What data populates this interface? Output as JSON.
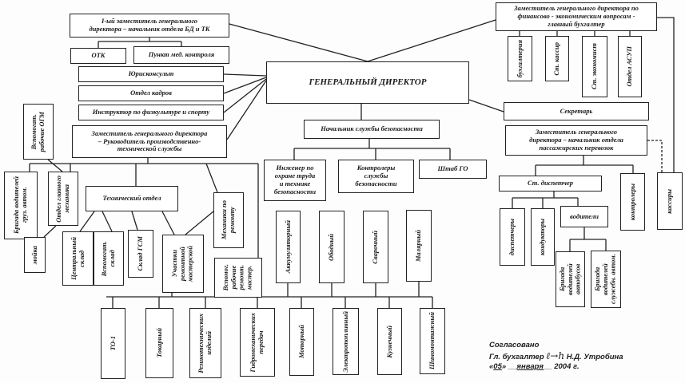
{
  "nodes": {
    "gd": "ГЕНЕРАЛЬНЫЙ ДИРЕКТОР",
    "dep1": "I-ый заместитель генерального\nдиректора – начальник отдела БД и ТК",
    "otk": "ОТК",
    "med": "Пункт мед. контроля",
    "jur": "Юрисконсульт",
    "hr": "Отдел кадров",
    "sport": "Инструктор по физкультуре и спорту",
    "dep_pts": "Заместитель генерального директора\n– Руководитель производственно-\nтехнической службы",
    "ogm_aux": "Вспомогат.\nрабочие ОГМ",
    "truck": "Бригада водителей\nгруз. автом.",
    "ogm": "Отдел главного\nмеханика",
    "wash": "мойка",
    "tech": "Технический отдел",
    "central": "Центральный\nсклад",
    "auxstore": "Вспомогат.\nсклад",
    "gsm": "Склад ГСМ",
    "repair": "Участки\nремонтной\nмастерской",
    "mech": "Механики по\nремонту",
    "aux_rep": "Вспомог.\nрабочие\nремонт.\nмастер.",
    "sec_head": "Начальник службы безопасности",
    "eng": "Инженер по\nохране труда\nи технике\nбезопасности",
    "sec_ctrl": "Контролеры\nслужбы\nбезопасности",
    "go": "Штаб ГО",
    "battery": "Аккумуляторный",
    "rim": "Ободный",
    "weld": "Сварочный",
    "paint": "Малярный",
    "to1": "ТО-1",
    "lathe": "Токарный",
    "rubber": "Резинотехнических\nизделий",
    "hydro": "Гидромеханических\nпередач",
    "motor": "Моторный",
    "electro": "Электротопливный",
    "forge": "Кузнечный",
    "tire": "Шиномонтажный",
    "fin": "Заместитель генерального директора по\nфинансово - экономическим вопросам -\nглавный бухгалтер",
    "acc": "бухгалтерия",
    "cashier": "Ст. кассир",
    "econ": "Ст. экономист",
    "asup": "Отдел АСУП",
    "secretary": "Секретарь",
    "pass": "Заместитель генерального\nдиректора – начальник отдела\nпассажирских перевозок",
    "disp_head": "Ст. диспетчер",
    "ctrl": "контролеры",
    "cashiers": "кассиры",
    "disp": "диспетчеры",
    "cond": "кондукторы",
    "drivers": "водители",
    "bus_br": "Бригада водителей\nавтобусов",
    "svc_br": "Бригада водителей\nслужебн. автом."
  },
  "approval": {
    "line1": "Согласовано",
    "role": "Гл. бухгалтер",
    "name": "Н.Д. Утробина",
    "day": "05",
    "month": "января",
    "year": "2004 г."
  }
}
